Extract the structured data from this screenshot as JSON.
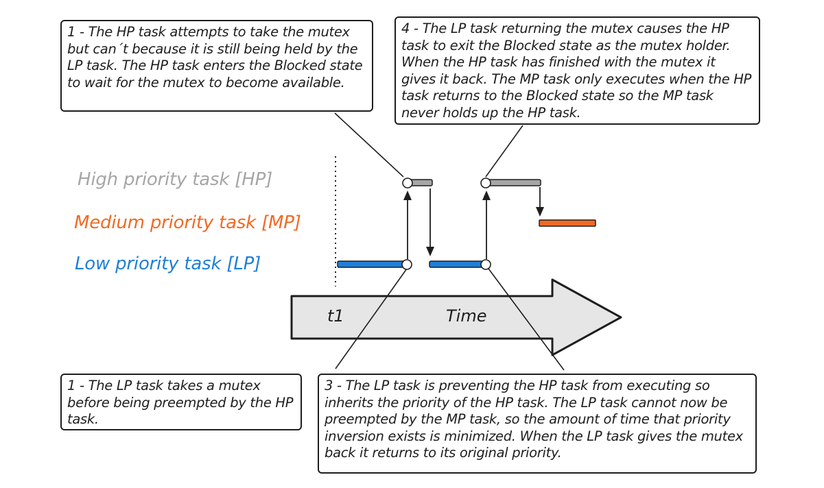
{
  "lanes": {
    "hp": {
      "label": "High priority task [HP]",
      "color": "#a6a6a6"
    },
    "mp": {
      "label": "Medium priority task [MP]",
      "color": "#f06a24"
    },
    "lp": {
      "label": "Low priority task [LP]",
      "color": "#1f7fd8"
    }
  },
  "axis": {
    "t1_label": "t1",
    "time_label": "Time"
  },
  "callouts": {
    "top_left": "1 - The HP task attempts to take the mutex but can´t because it is still being held by the LP task. The HP task enters the Blocked state to wait for the mutex to become available.",
    "top_right": "4 - The LP task returning the mutex causes the HP task to exit the Blocked state as the mutex holder. When the HP task has finished with the mutex it gives it back. The MP task only executes when the HP task returns to the Blocked state so the MP task never holds up the HP task.",
    "bottom_left": "1 - The LP task takes a mutex before being preempted by the HP task.",
    "bottom_right": "3 - The LP task is preventing the HP task from executing so inherits the priority of the HP task. The LP task cannot now be preempted by the MP task, so the amount of time that priority inversion exists is minimized. When the LP task gives the mutex back it returns to its original priority."
  },
  "colors": {
    "stroke": "#1e1e1e",
    "arrow_fill": "#e6e6e6"
  }
}
